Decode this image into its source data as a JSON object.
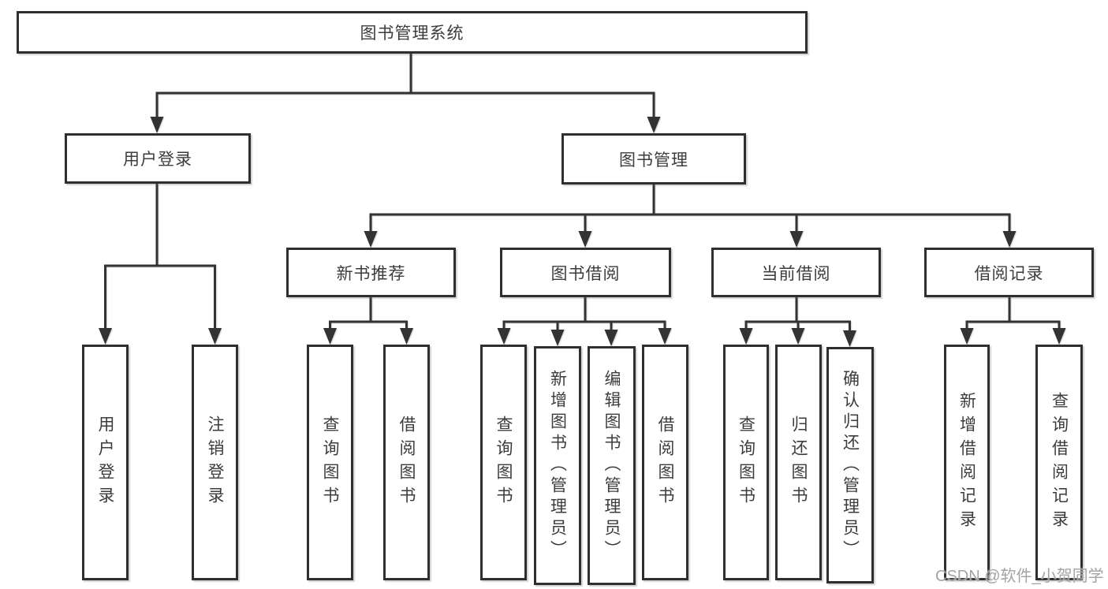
{
  "colors": {
    "line": "#333333",
    "border": "#2f2f2f",
    "text": "#3c3c3c",
    "background": "#ffffff",
    "watermark": "#a3a3a3"
  },
  "root": {
    "label": "图书管理系统"
  },
  "level2": [
    {
      "label": "用户登录"
    },
    {
      "label": "图书管理"
    }
  ],
  "level3": [
    {
      "label": "新书推荐"
    },
    {
      "label": "图书借阅"
    },
    {
      "label": "当前借阅"
    },
    {
      "label": "借阅记录"
    }
  ],
  "leaves": {
    "user_login": [
      {
        "label": "用户登录"
      },
      {
        "label": "注销登录"
      }
    ],
    "new_book_recommendation": [
      {
        "label": "查询图书"
      },
      {
        "label": "借阅图书"
      }
    ],
    "book_borrowing": [
      {
        "label": "查询图书"
      },
      {
        "label": "新增图书（管理员）"
      },
      {
        "label": "编辑图书（管理员）"
      },
      {
        "label": "借阅图书"
      }
    ],
    "current_borrowing": [
      {
        "label": "查询图书"
      },
      {
        "label": "归还图书"
      },
      {
        "label": "确认归还（管理员）"
      }
    ],
    "borrowing_records": [
      {
        "label": "新增借阅记录"
      },
      {
        "label": "查询借阅记录"
      }
    ]
  },
  "watermark": "CSDN @软件_小贺同学"
}
